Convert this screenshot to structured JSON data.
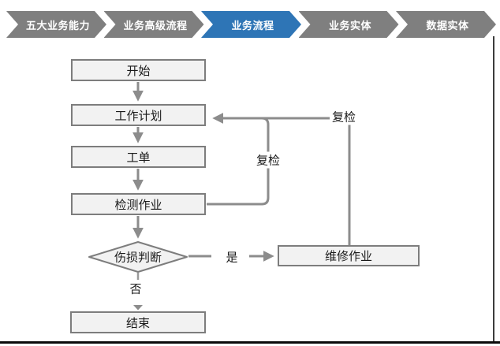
{
  "breadcrumb": {
    "items": [
      {
        "label": "五大业务能力",
        "active": false
      },
      {
        "label": "业务高级流程",
        "active": false
      },
      {
        "label": "业务流程",
        "active": true
      },
      {
        "label": "业务实体",
        "active": false
      },
      {
        "label": "数据实体",
        "active": false
      }
    ]
  },
  "flowchart": {
    "nodes": {
      "start": "开始",
      "plan": "工作计划",
      "order": "工单",
      "inspect": "检测作业",
      "decision": "伤损判断",
      "repair": "维修作业",
      "end": "结束"
    },
    "edge_labels": {
      "recheck_inner": "复检",
      "recheck_outer": "复检",
      "yes": "是",
      "no": "否"
    }
  },
  "colors": {
    "breadcrumb_inactive": "#7f7f7f",
    "breadcrumb_active": "#2e75b6",
    "breadcrumb_text": "#ffffff",
    "node_fill": "#f2f2f2",
    "node_border": "#7d7d7d",
    "connector": "#8c8c8c",
    "frame_line": "#0a0a0a"
  }
}
